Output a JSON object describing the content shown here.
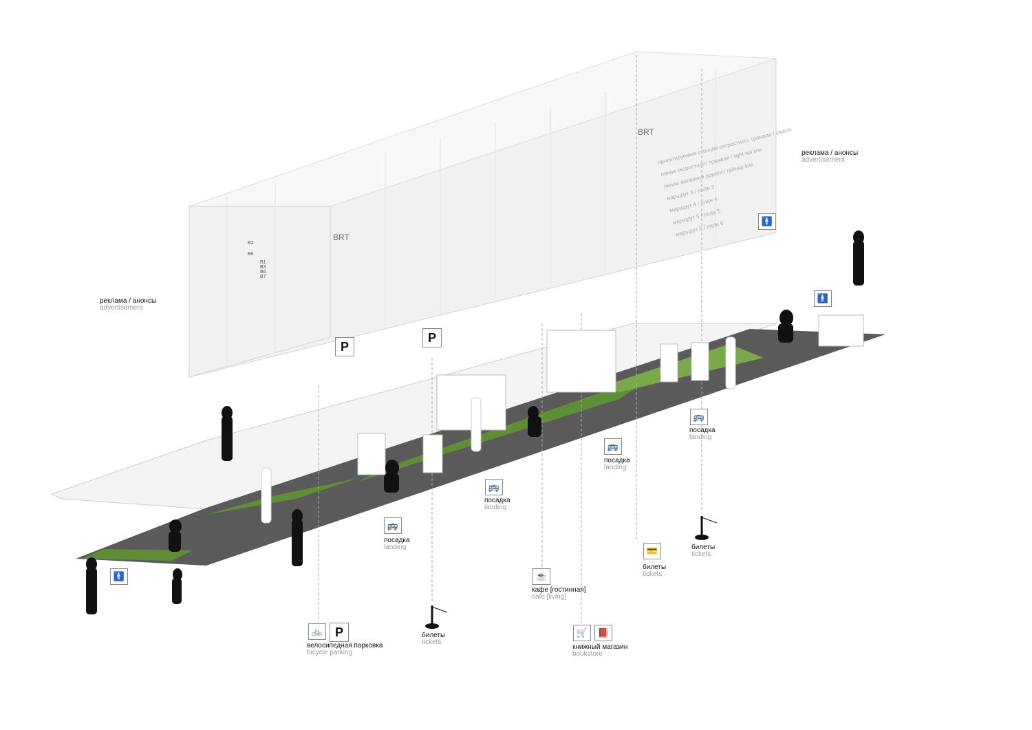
{
  "labels": {
    "ads_left": {
      "ru": "реклама / анонсы",
      "en": "advertisement"
    },
    "ads_right": {
      "ru": "реклама / анонсы",
      "en": "advertisement"
    },
    "landing": [
      {
        "ru": "посадка",
        "en": "landing"
      },
      {
        "ru": "посадка",
        "en": "landing"
      },
      {
        "ru": "посадка",
        "en": "landing"
      },
      {
        "ru": "посадка",
        "en": "landing"
      }
    ],
    "tickets": [
      {
        "ru": "билеты",
        "en": "tickets"
      },
      {
        "ru": "билеты",
        "en": "tickets"
      },
      {
        "ru": "билеты",
        "en": "tickets"
      }
    ],
    "cafe": {
      "ru": "кафе [гостинная]",
      "en": "cafe [living]"
    },
    "bicycle": {
      "ru": "велосипедная парковка",
      "en": "bicycle parking"
    },
    "bookstore": {
      "ru": "книжный магазин",
      "en": "bookstore"
    }
  },
  "panel": {
    "brt": "BRT",
    "parking_letter": "P",
    "legend": [
      "проектируемые станции скоростного трамвая / station",
      "линии скоростного трамвая / light rail line",
      "линии железной дороги / railway line",
      "маршрут 3 / route 3",
      "маршрут 4 / route 4",
      "маршрут 5 / route 5",
      "маршрут 6 / route 6"
    ],
    "stops": [
      "B2",
      "B6",
      "B1",
      "B3",
      "B6",
      "B7"
    ]
  },
  "colors": {
    "slab": "#555",
    "grass": "#5f8f35",
    "glass": "#e9e9e9",
    "figure": "#111"
  }
}
